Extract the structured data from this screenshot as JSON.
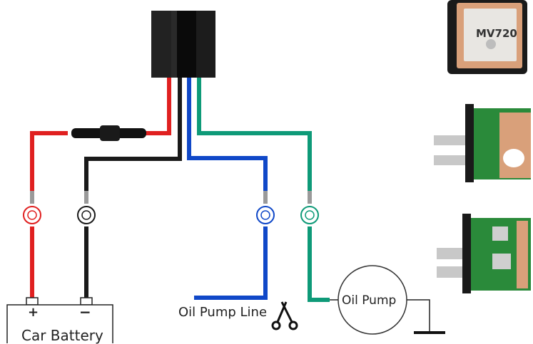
{
  "battery": {
    "plus": "+",
    "minus": "−",
    "label": "Car Battery"
  },
  "oil_pump_line": {
    "label": "Oil Pump Line"
  },
  "oil_pump": {
    "label": "Oil Pump"
  },
  "module": {
    "model": "MV720"
  },
  "colors": {
    "red": "#e02020",
    "black": "#1a1a1a",
    "blue": "#1048c8",
    "green": "#0e9a78",
    "relay": "#111111",
    "pcb": "#2a8a3a",
    "antenna": "#d9a07a"
  },
  "icons": [
    "relay-icon",
    "fuse-icon",
    "scissors-icon",
    "ground-icon",
    "gps-module-photo",
    "pcb-photo"
  ]
}
